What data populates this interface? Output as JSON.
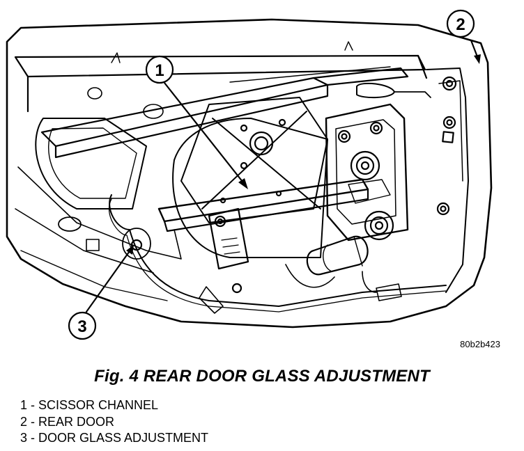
{
  "figure": {
    "code": "80b2b423",
    "title": "Fig. 4 REAR DOOR GLASS ADJUSTMENT"
  },
  "callouts": [
    {
      "number": "1",
      "text": "SCISSOR CHANNEL"
    },
    {
      "number": "2",
      "text": "REAR DOOR"
    },
    {
      "number": "3",
      "text": "DOOR GLASS ADJUSTMENT"
    }
  ],
  "legend_separator": " - "
}
